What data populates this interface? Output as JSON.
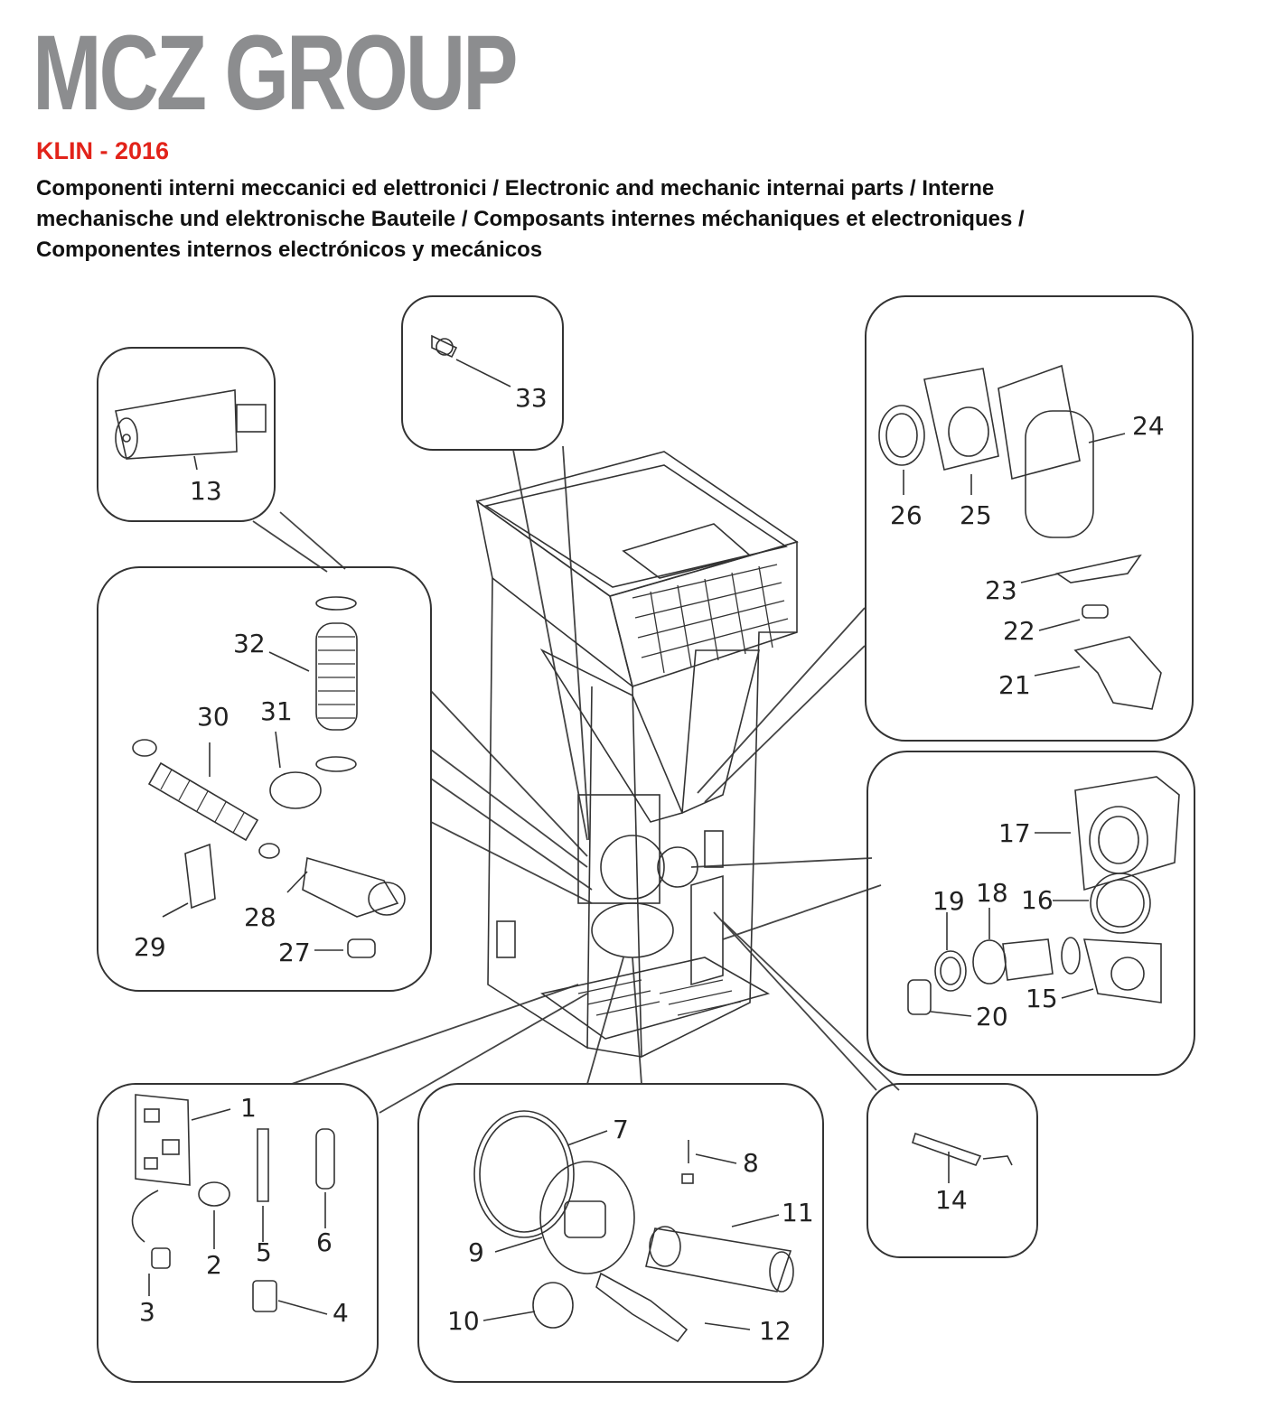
{
  "header": {
    "brand": "MCZ GROUP",
    "model": "KLIN - 2016",
    "description_lines": [
      "Componenti interni meccanici ed elettronici / Electronic and mechanic internai parts / Interne",
      "mechanische und elektronische Bauteile / Composants internes méchaniques et electroniques /",
      "Componentes internos electrónicos y mecánicos"
    ]
  },
  "parts": {
    "p1": "1",
    "p2": "2",
    "p3": "3",
    "p4": "4",
    "p5": "5",
    "p6": "6",
    "p7": "7",
    "p8": "8",
    "p9": "9",
    "p10": "10",
    "p11": "11",
    "p12": "12",
    "p13": "13",
    "p14": "14",
    "p15": "15",
    "p16": "16",
    "p17": "17",
    "p18": "18",
    "p19": "19",
    "p20": "20",
    "p21": "21",
    "p22": "22",
    "p23": "23",
    "p24": "24",
    "p25": "25",
    "p26": "26",
    "p27": "27",
    "p28": "28",
    "p29": "29",
    "p30": "30",
    "p31": "31",
    "p32": "32",
    "p33": "33"
  },
  "colors": {
    "brand_gray": "#8c8d8f",
    "model_red": "#e2231a",
    "line": "#333333"
  }
}
